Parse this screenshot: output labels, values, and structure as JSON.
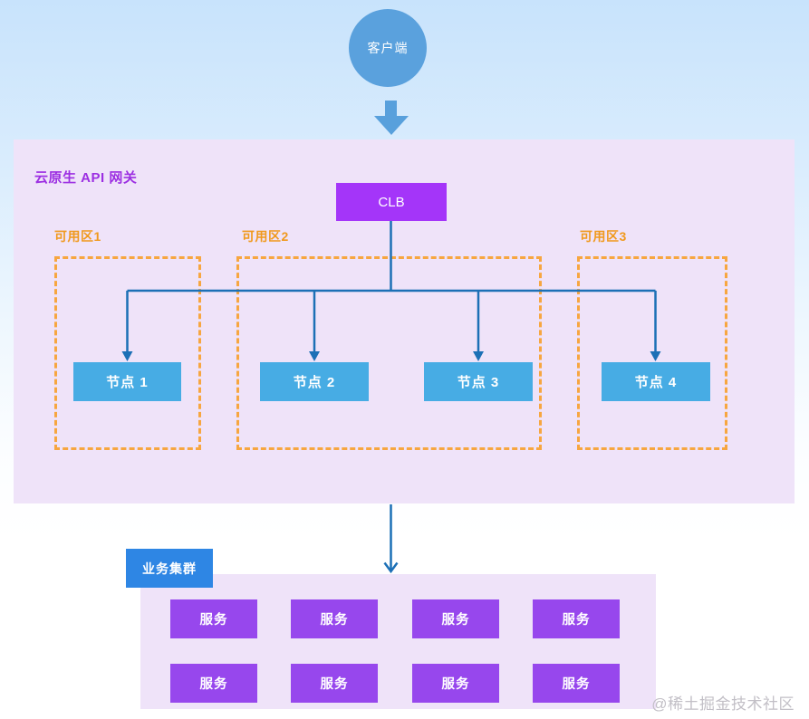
{
  "client": {
    "label": "客户端"
  },
  "gateway": {
    "title": "云原生 API 网关",
    "clb_label": "CLB",
    "zones": [
      {
        "label": "可用区1",
        "nodes": [
          {
            "label": "节点 1"
          }
        ]
      },
      {
        "label": "可用区2",
        "nodes": [
          {
            "label": "节点 2"
          },
          {
            "label": "节点 3"
          }
        ]
      },
      {
        "label": "可用区3",
        "nodes": [
          {
            "label": "节点 4"
          }
        ]
      }
    ]
  },
  "cluster": {
    "title": "业务集群",
    "services": [
      "服务",
      "服务",
      "服务",
      "服务",
      "服务",
      "服务",
      "服务",
      "服务"
    ]
  },
  "watermark": "@稀土掘金技术社区",
  "colors": {
    "background_top": "#c8e3fc",
    "background_bottom": "#ffffff",
    "gateway_panel": "#efe3f9",
    "cluster_panel": "#efe3f9",
    "client_blue": "#5aa1dd",
    "node_blue": "#47ace4",
    "cluster_label_blue": "#2e86e4",
    "clb_purple": "#a435f9",
    "service_purple": "#9747ed",
    "title_purple": "#9c2fe2",
    "zone_orange": "#f7a640",
    "zone_label_orange": "#f0991d",
    "connector_blue": "#1c70b6"
  }
}
